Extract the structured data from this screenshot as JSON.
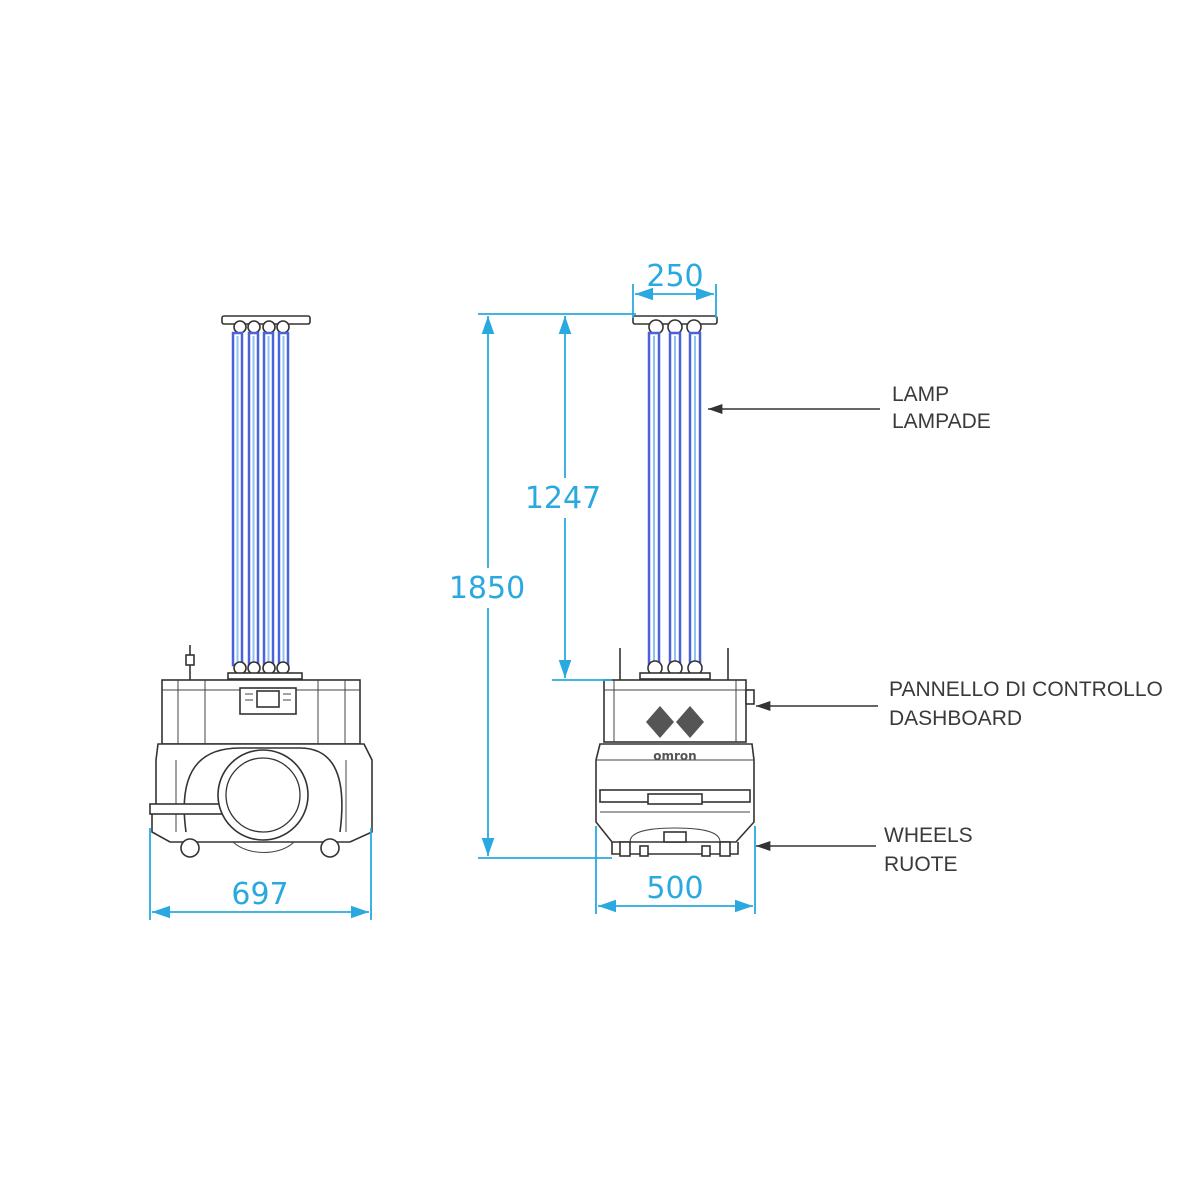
{
  "dimensions": {
    "left_width": "697",
    "right_width": "500",
    "top_width": "250",
    "lamp_height": "1247",
    "total_height": "1850"
  },
  "callouts": {
    "lamp": [
      "LAMP",
      "LAMPADE"
    ],
    "panel": [
      "PANNELLO DI CONTROLLO",
      "DASHBOARD"
    ],
    "wheels": [
      "WHEELS",
      "RUOTE"
    ]
  },
  "brand_logo_text": "omron",
  "colors": {
    "dimension": "#29a9e0",
    "lamp_tube": "#4a63d8",
    "lamp_glow": "#8fc4f0",
    "outline": "#333333",
    "callout_text": "#3a3a3a"
  }
}
